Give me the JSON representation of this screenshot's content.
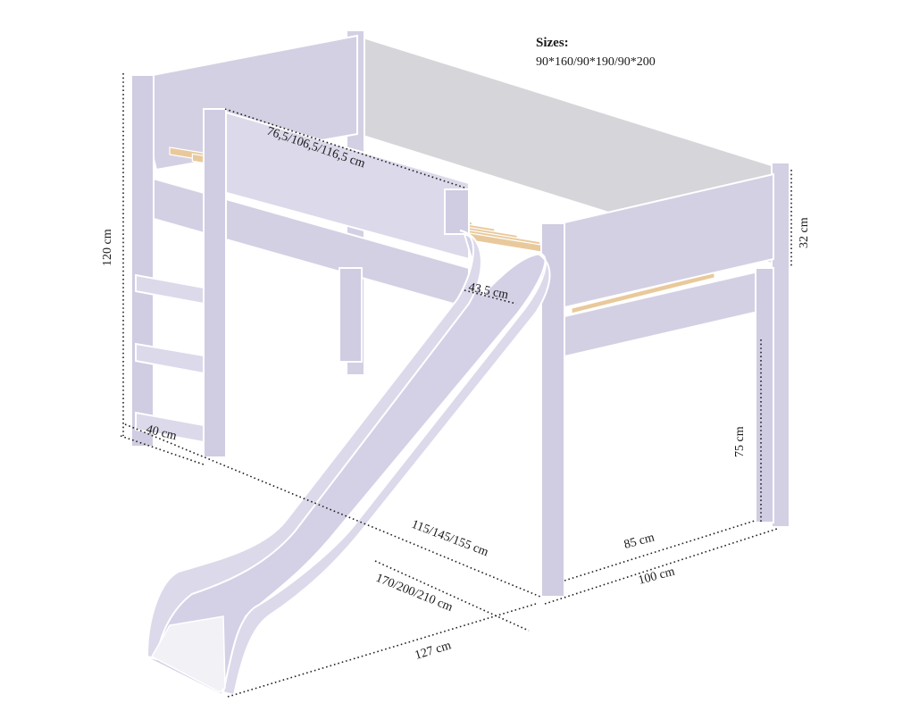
{
  "sizes": {
    "label": "Sizes:",
    "value": "90*160/90*190/90*200"
  },
  "dimensions": {
    "top_length": "76,5/106,5/116,5 cm",
    "height_total": "120 cm",
    "rail_height": "32 cm",
    "slide_width": "43,5 cm",
    "ladder_width": "40 cm",
    "under_height": "75 cm",
    "side_length": "115/145/155 cm",
    "inner_width": "85 cm",
    "outer_width": "100 cm",
    "slide_length": "170/200/210 cm",
    "slide_depth": "127 cm"
  },
  "colors": {
    "frame": "#d3d0e4",
    "slats": "#e9c99b",
    "back_panel": "#d6d5d9"
  }
}
